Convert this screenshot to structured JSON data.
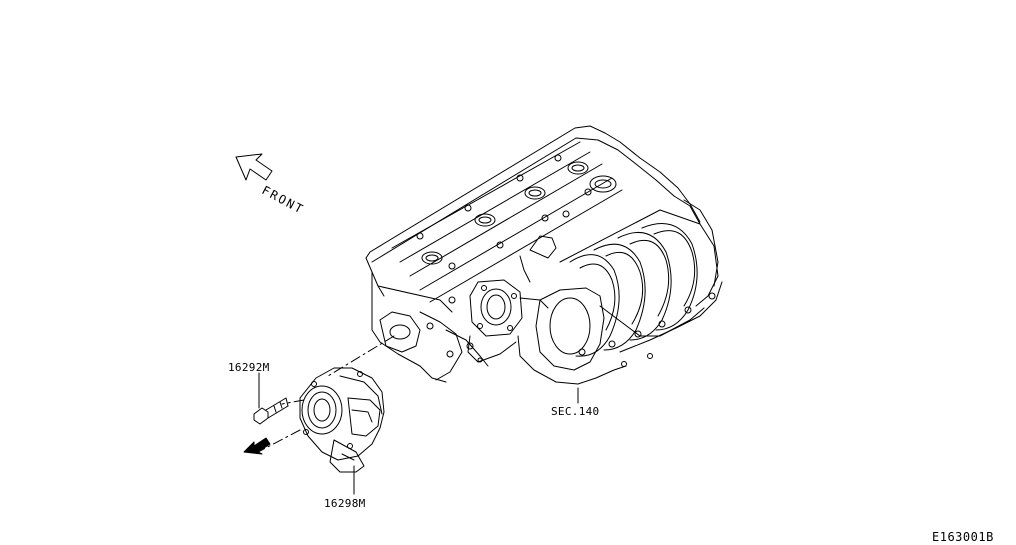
{
  "diagram": {
    "front_text": "FRONT",
    "parts": [
      {
        "id": "bolt",
        "number": "16292M"
      },
      {
        "id": "throttle-body",
        "number": "16298M"
      },
      {
        "id": "intake-manifold",
        "number": "SEC.140"
      }
    ],
    "figure_code": "E163001B"
  }
}
